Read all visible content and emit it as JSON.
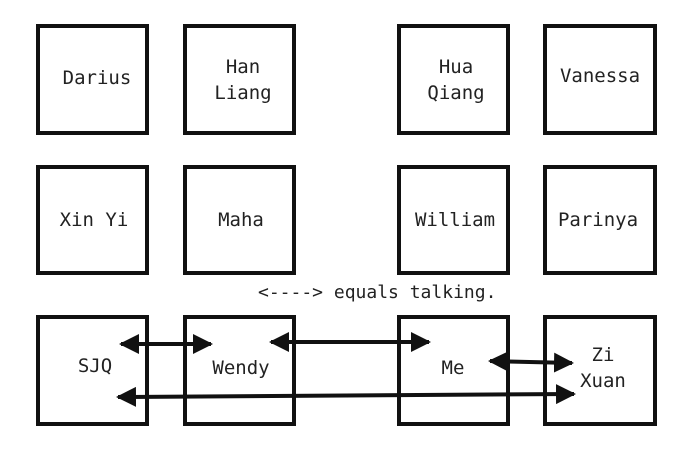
{
  "colors": {
    "ink": "#111111",
    "background": "#ffffff"
  },
  "people": [
    {
      "id": "darius",
      "label": "Darius"
    },
    {
      "id": "han-liang",
      "label": "Han\nLiang"
    },
    {
      "id": "hua-qiang",
      "label": "Hua\nQiang"
    },
    {
      "id": "vanessa",
      "label": "Vanessa"
    },
    {
      "id": "xin-yi",
      "label": "Xin Yi"
    },
    {
      "id": "maha",
      "label": "Maha"
    },
    {
      "id": "william",
      "label": "William"
    },
    {
      "id": "parinya",
      "label": "Parinya"
    },
    {
      "id": "sjq",
      "label": "SJQ"
    },
    {
      "id": "wendy",
      "label": "Wendy"
    },
    {
      "id": "me",
      "label": "Me"
    },
    {
      "id": "zi-xuan",
      "label": "Zi\nXuan"
    }
  ],
  "legend": {
    "text": "<----> equals talking."
  },
  "talking": [
    {
      "from": "sjq",
      "to": "wendy"
    },
    {
      "from": "wendy",
      "to": "me"
    },
    {
      "from": "me",
      "to": "zi-xuan"
    },
    {
      "from": "sjq",
      "to": "zi-xuan"
    }
  ]
}
